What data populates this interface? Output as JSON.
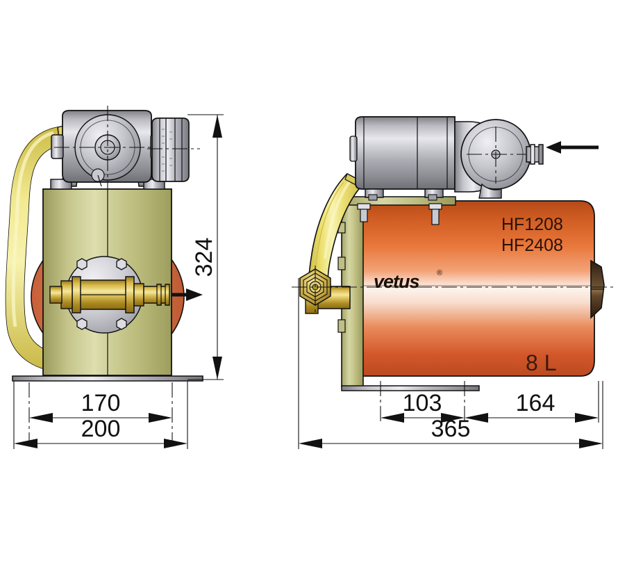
{
  "diagram": {
    "title": "Vetus HF1208 / HF2408 water pressure system dimensional drawing",
    "views": [
      {
        "name": "front-view",
        "label": ""
      },
      {
        "name": "side-view",
        "label": ""
      }
    ]
  },
  "labels": {
    "model_1": "HF1208",
    "model_2": "HF2408",
    "brand": "vetus",
    "brand_reg": "®",
    "capacity": "8 L"
  },
  "dimensions": {
    "front": [
      {
        "name": "height",
        "value": "324",
        "orientation": "vertical"
      },
      {
        "name": "tank-width",
        "value": "170",
        "orientation": "horizontal"
      },
      {
        "name": "base-width",
        "value": "200",
        "orientation": "horizontal"
      }
    ],
    "side": [
      {
        "name": "pump-offset",
        "value": "103",
        "orientation": "horizontal"
      },
      {
        "name": "tank-length",
        "value": "164",
        "orientation": "horizontal"
      },
      {
        "name": "overall-length",
        "value": "365",
        "orientation": "horizontal"
      }
    ]
  },
  "flow_arrows": [
    {
      "name": "outlet-arrow",
      "direction": "right",
      "view": "front-view"
    },
    {
      "name": "inlet-arrow",
      "direction": "left",
      "view": "side-view"
    }
  ],
  "colors": {
    "tank_orange_dark": "#c4561f",
    "tank_orange": "#e2713a",
    "tank_highlight": "#fdf6f0",
    "tank_red": "#c04a22",
    "tank_endcap": "#4a3322",
    "bracket_olive": "#b8b87a",
    "bracket_olive_light": "#e3e3b4",
    "hose_yellow": "#e8d863",
    "hose_yellow_light": "#f6f0ad",
    "brass": "#c9a227",
    "brass_light": "#f0dd8a",
    "metal_grey": "#9a9a9e",
    "metal_light": "#e6e6ea",
    "line_black": "#111111",
    "sphere_orange": "#d4703f"
  }
}
